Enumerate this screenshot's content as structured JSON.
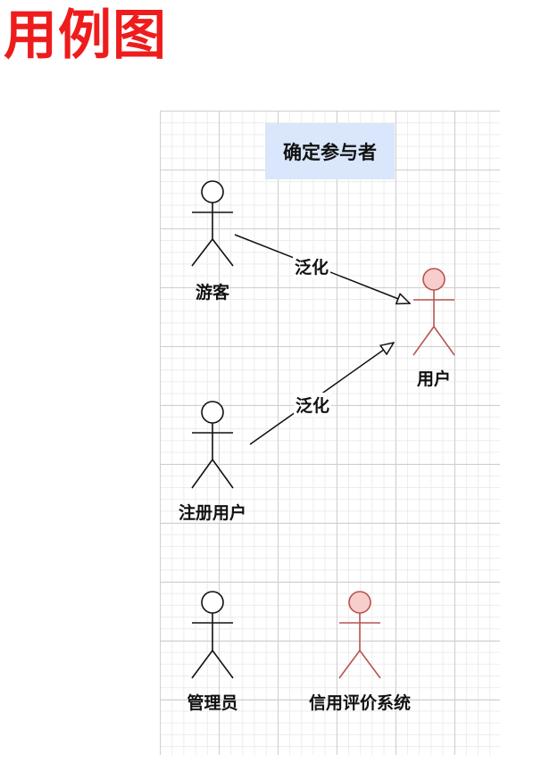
{
  "title": "用例图",
  "diagram": {
    "header": "确定参与者",
    "actors": [
      {
        "id": "visitor",
        "label": "游客",
        "style": "plain"
      },
      {
        "id": "registered",
        "label": "注册用户",
        "style": "plain"
      },
      {
        "id": "user",
        "label": "用户",
        "style": "highlight"
      },
      {
        "id": "admin",
        "label": "管理员",
        "style": "plain"
      },
      {
        "id": "credit",
        "label": "信用评价系统",
        "style": "highlight"
      }
    ],
    "edges": [
      {
        "from": "visitor",
        "to": "user",
        "label": "泛化"
      },
      {
        "from": "registered",
        "to": "user",
        "label": "泛化"
      }
    ]
  },
  "colors": {
    "title": "#ee1c1c",
    "header_bg": "#d9e6fb",
    "actor_plain_stroke": "#111111",
    "actor_highlight_stroke": "#b85450",
    "actor_highlight_fill": "#f8cecc"
  }
}
